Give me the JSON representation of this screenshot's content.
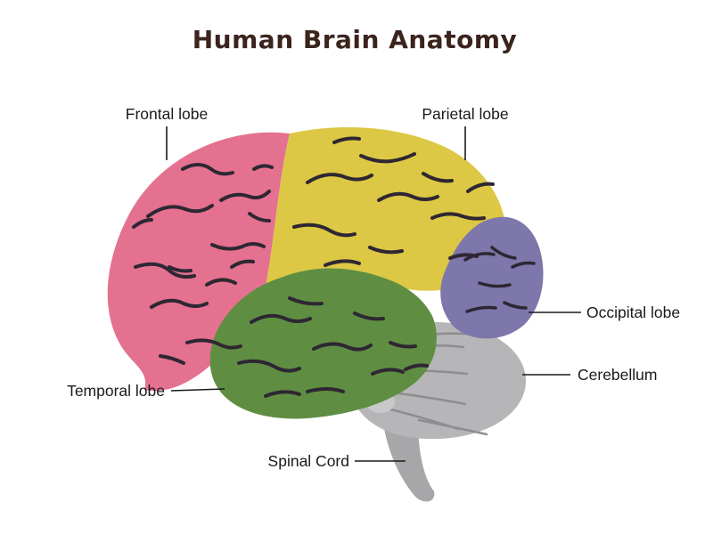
{
  "title": "Human Brain Anatomy",
  "labels": {
    "frontal": {
      "text": "Frontal lobe",
      "color": "#e4718f"
    },
    "parietal": {
      "text": "Parietal lobe",
      "color": "#dcc844"
    },
    "occipital": {
      "text": "Occipital lobe",
      "color": "#7d77ab"
    },
    "temporal": {
      "text": "Temporal lobe",
      "color": "#5f8e42"
    },
    "cerebellum": {
      "text": "Cerebellum",
      "color": "#b6b6b8"
    },
    "spinal_cord": {
      "text": "Spinal Cord",
      "color": "#a7a7a9"
    }
  },
  "colors": {
    "title": "#3b241e",
    "label_text": "#1a1a1a",
    "leader_line": "#1a1a1a",
    "sulci": "#2e2733",
    "cerebellum_detail": "#8e8e90",
    "cerebellum_highlight": "#c9c9cb",
    "background": "#ffffff"
  }
}
